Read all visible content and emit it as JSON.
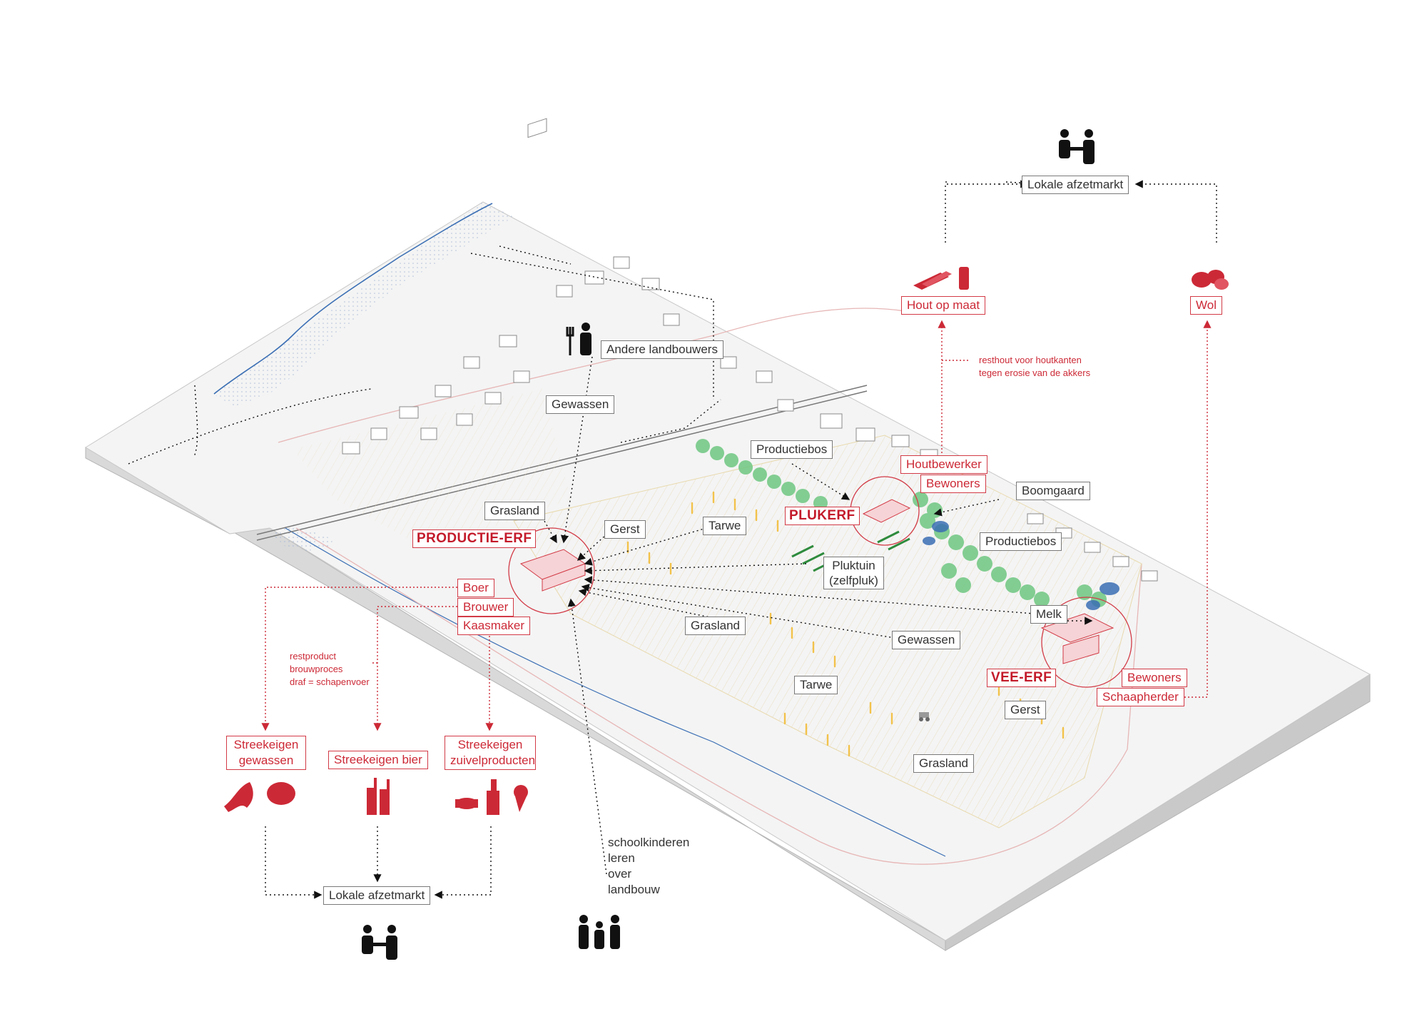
{
  "labels": {
    "lokale_afzetmarkt_top": "Lokale afzetmarkt",
    "hout_op_maat": "Hout op maat",
    "wol": "Wol",
    "resthout_line1": "resthout voor houtkanten",
    "resthout_line2": "tegen erosie van de akkers",
    "andere_landbouwers": "Andere landbouwers",
    "gewassen_top": "Gewassen",
    "grasland_left": "Grasland",
    "productie_erf": "PRODUCTIE-ERF",
    "gerst_left": "Gerst",
    "tarwe_top": "Tarwe",
    "productiebos_top": "Productiebos",
    "plukerf": "PLUKERF",
    "houtbewerker": "Houtbewerker",
    "bewoners_plukerf": "Bewoners",
    "boomgaard": "Boomgaard",
    "productiebos_right": "Productiebos",
    "pluktuin_line1": "Pluktuin",
    "pluktuin_line2": "(zelfpluk)",
    "melk": "Melk",
    "boer": "Boer",
    "brouwer": "Brouwer",
    "kaasmaker": "Kaasmaker",
    "grasland_mid": "Grasland",
    "gewassen_mid": "Gewassen",
    "tarwe_bottom": "Tarwe",
    "vee_erf": "VEE-ERF",
    "bewoners_vee": "Bewoners",
    "schaapherder": "Schaapherder",
    "gerst_right": "Gerst",
    "grasland_bottom": "Grasland",
    "restproduct_line1": "restproduct",
    "restproduct_line2": "brouwproces",
    "restproduct_line3": "draf = schapenvoer",
    "streekeigen_gewassen_line1": "Streekeigen",
    "streekeigen_gewassen_line2": "gewassen",
    "streekeigen_bier": "Streekeigen bier",
    "zuivel_line1": "Streekeigen",
    "zuivel_line2": "zuivelproducten",
    "lokale_afzetmarkt_bottom": "Lokale afzetmarkt",
    "school_line1": "schoolkinderen",
    "school_line2": "leren",
    "school_line3": "over",
    "school_line4": "landbouw"
  },
  "colors": {
    "accent_red": "#cc2936",
    "label_gray": "#7a7a7a",
    "crop_yellow": "#f2c24a",
    "tree_green": "#5fbf72",
    "water_blue": "#3b6fb4"
  },
  "icons": [
    "market-people-icon",
    "farmer-fork-icon",
    "wood-planks-icon",
    "wool-icon",
    "vegetables-icon",
    "beer-bottles-icon",
    "dairy-icon",
    "school-children-icon",
    "tractor-icon"
  ]
}
